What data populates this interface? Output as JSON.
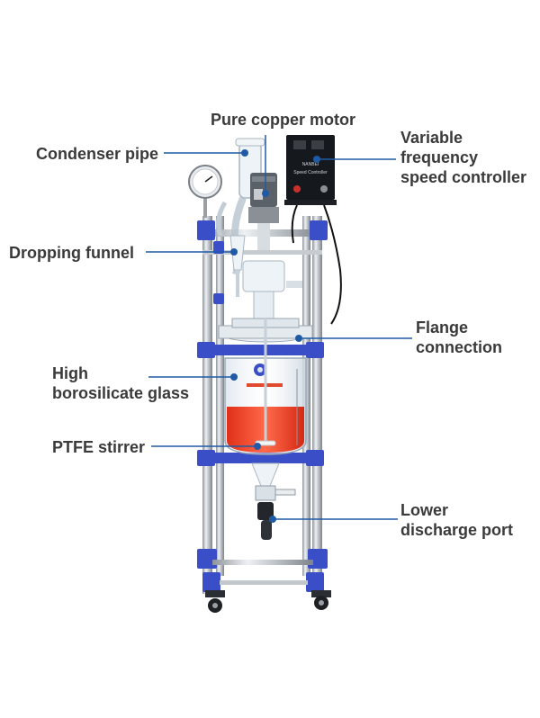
{
  "labels": {
    "pure_copper_motor": "Pure copper motor",
    "condenser_pipe": "Condenser pipe",
    "speed_controller_line1": "Variable",
    "speed_controller_line2": "frequency",
    "speed_controller_line3": "speed controller",
    "dropping_funnel": "Dropping funnel",
    "flange_line1": "Flange",
    "flange_line2": "connection",
    "glass_line1": "High",
    "glass_line2": "borosilicate glass",
    "ptfe_stirrer": "PTFE stirrer",
    "discharge_line1": "Lower",
    "discharge_line2": "discharge port"
  },
  "controller_panel": {
    "brand": "NANBEI",
    "title": "Speed Controller"
  },
  "colors": {
    "leader_line": "#1f5aa6",
    "frame_blue": "#3a4fc7",
    "steel": "#b9bec4",
    "liquid": "#ef3a22",
    "controller": "#15181d",
    "label_text": "#3a3a3a"
  }
}
